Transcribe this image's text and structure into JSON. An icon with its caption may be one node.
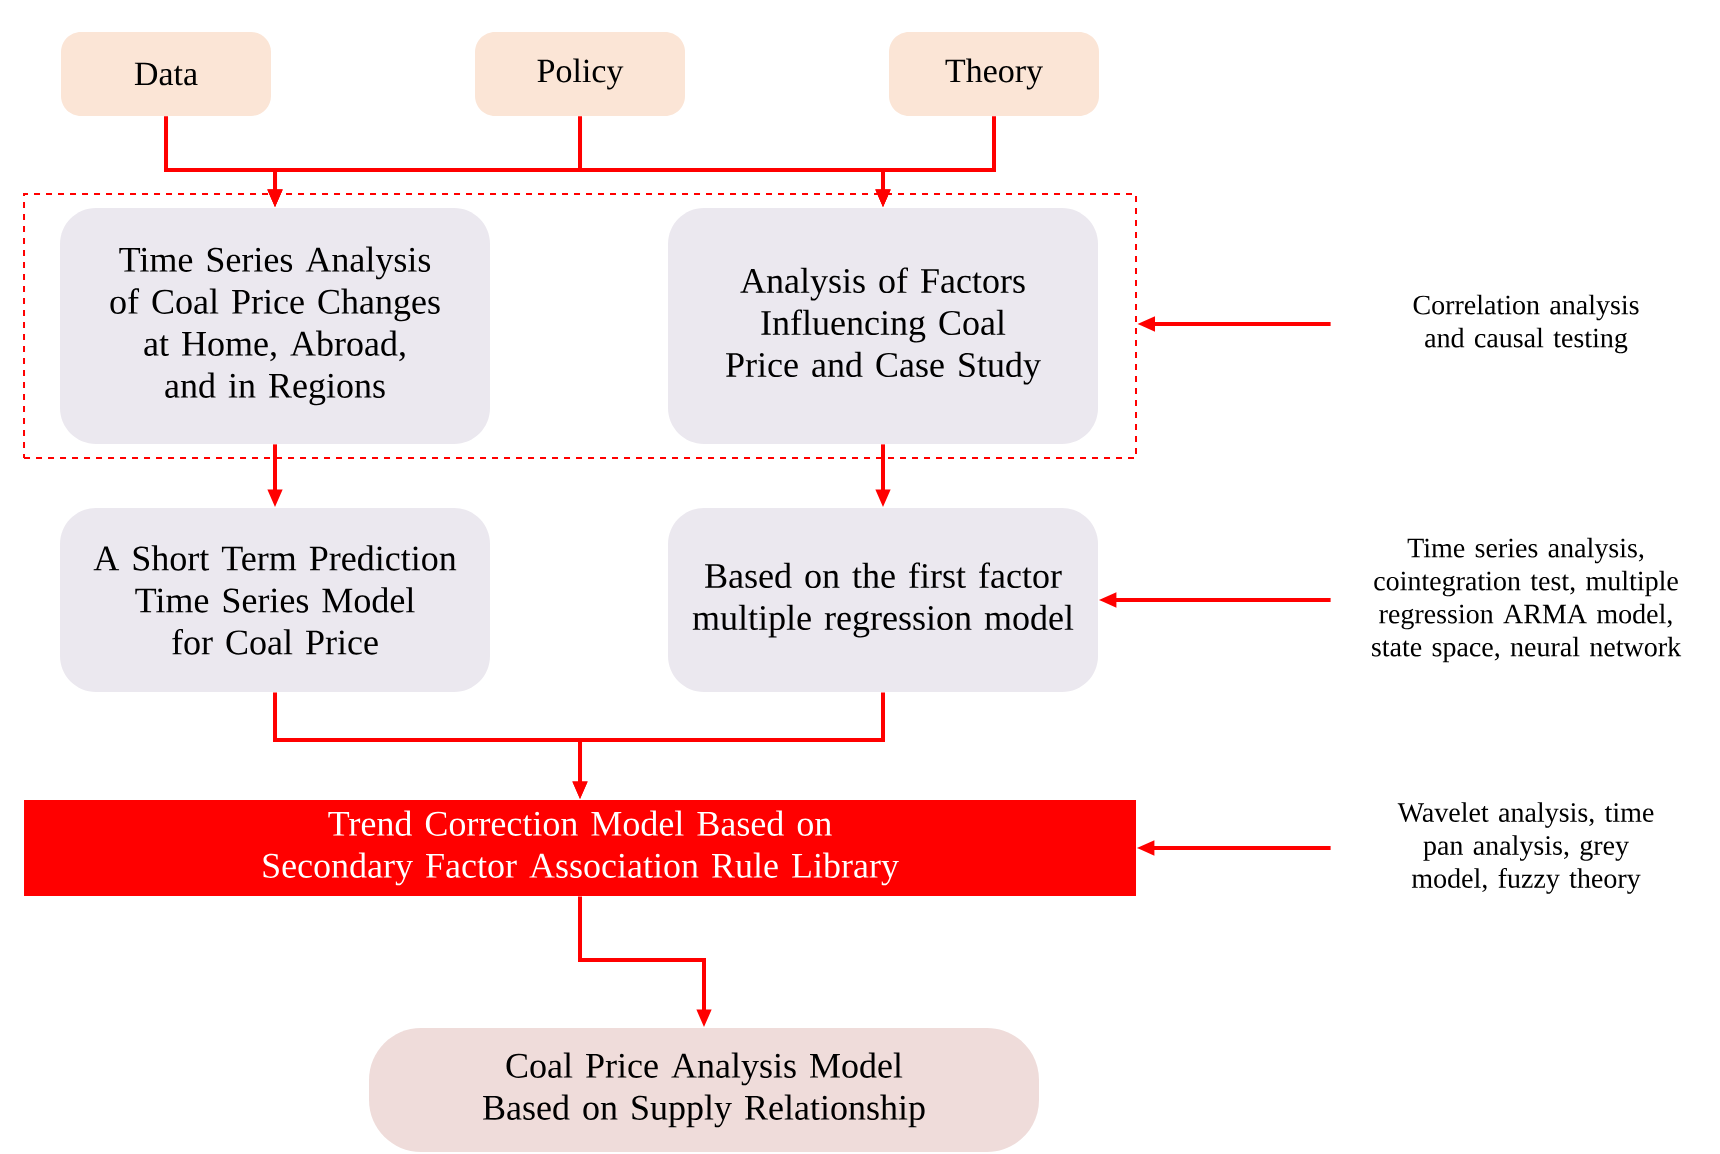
{
  "diagram": {
    "nodes": [
      {
        "text": [
          "Data"
        ]
      },
      {
        "text": [
          "Policy"
        ]
      },
      {
        "text": [
          "Theory"
        ]
      },
      {
        "text": [],
        "shape": "box"
      },
      {
        "text": [
          "Time Series Analysis of Coal Price Changes at Home, Abroad, and in Regions"
        ],
        "in": 3
      },
      {
        "text": [
          "Analysis of Factors Influencing Coal Price and Case Study"
        ],
        "in": 3
      },
      {
        "text": [
          "A Short Term Prediction Time Series Model for Coal Price"
        ]
      },
      {
        "text": [
          "Based on the first factor multiple regression model"
        ]
      },
      {
        "text": [
          "Trend Correction Model Based on Secondary Factor Association Rule Library"
        ]
      },
      {
        "text": [
          "Coal Price Analysis Model Based on Supply Relationship"
        ]
      },
      {
        "text": [
          "Correlation analysis and causal testing"
        ]
      },
      {
        "text": [
          "Time series analysis, cointegration test, multiple regression ARMA model, state space, neural network"
        ]
      },
      {
        "text": [
          "Wavelet analysis, time pan analysis, grey model, fuzzy theory"
        ]
      }
    ],
    "edges": [
      {
        "from": 0,
        "to": 4,
        "arrow": "to"
      },
      {
        "from": 1,
        "to": 4,
        "arrow": "to"
      },
      {
        "from": 2,
        "to": 4,
        "arrow": "to"
      },
      {
        "from": 0,
        "to": 5,
        "arrow": "to"
      },
      {
        "from": 1,
        "to": 5,
        "arrow": "to"
      },
      {
        "from": 2,
        "to": 5,
        "arrow": "to"
      },
      {
        "from": 4,
        "to": 6,
        "arrow": "to"
      },
      {
        "from": 5,
        "to": 7,
        "arrow": "to"
      },
      {
        "from": 6,
        "to": 8,
        "arrow": "to"
      },
      {
        "from": 7,
        "to": 8,
        "arrow": "to"
      },
      {
        "from": 8,
        "to": 9,
        "arrow": "to"
      },
      {
        "from": 10,
        "to": 3,
        "arrow": "to"
      },
      {
        "from": 11,
        "to": 7,
        "arrow": "to"
      },
      {
        "from": 12,
        "to": 8,
        "arrow": "to"
      }
    ]
  }
}
